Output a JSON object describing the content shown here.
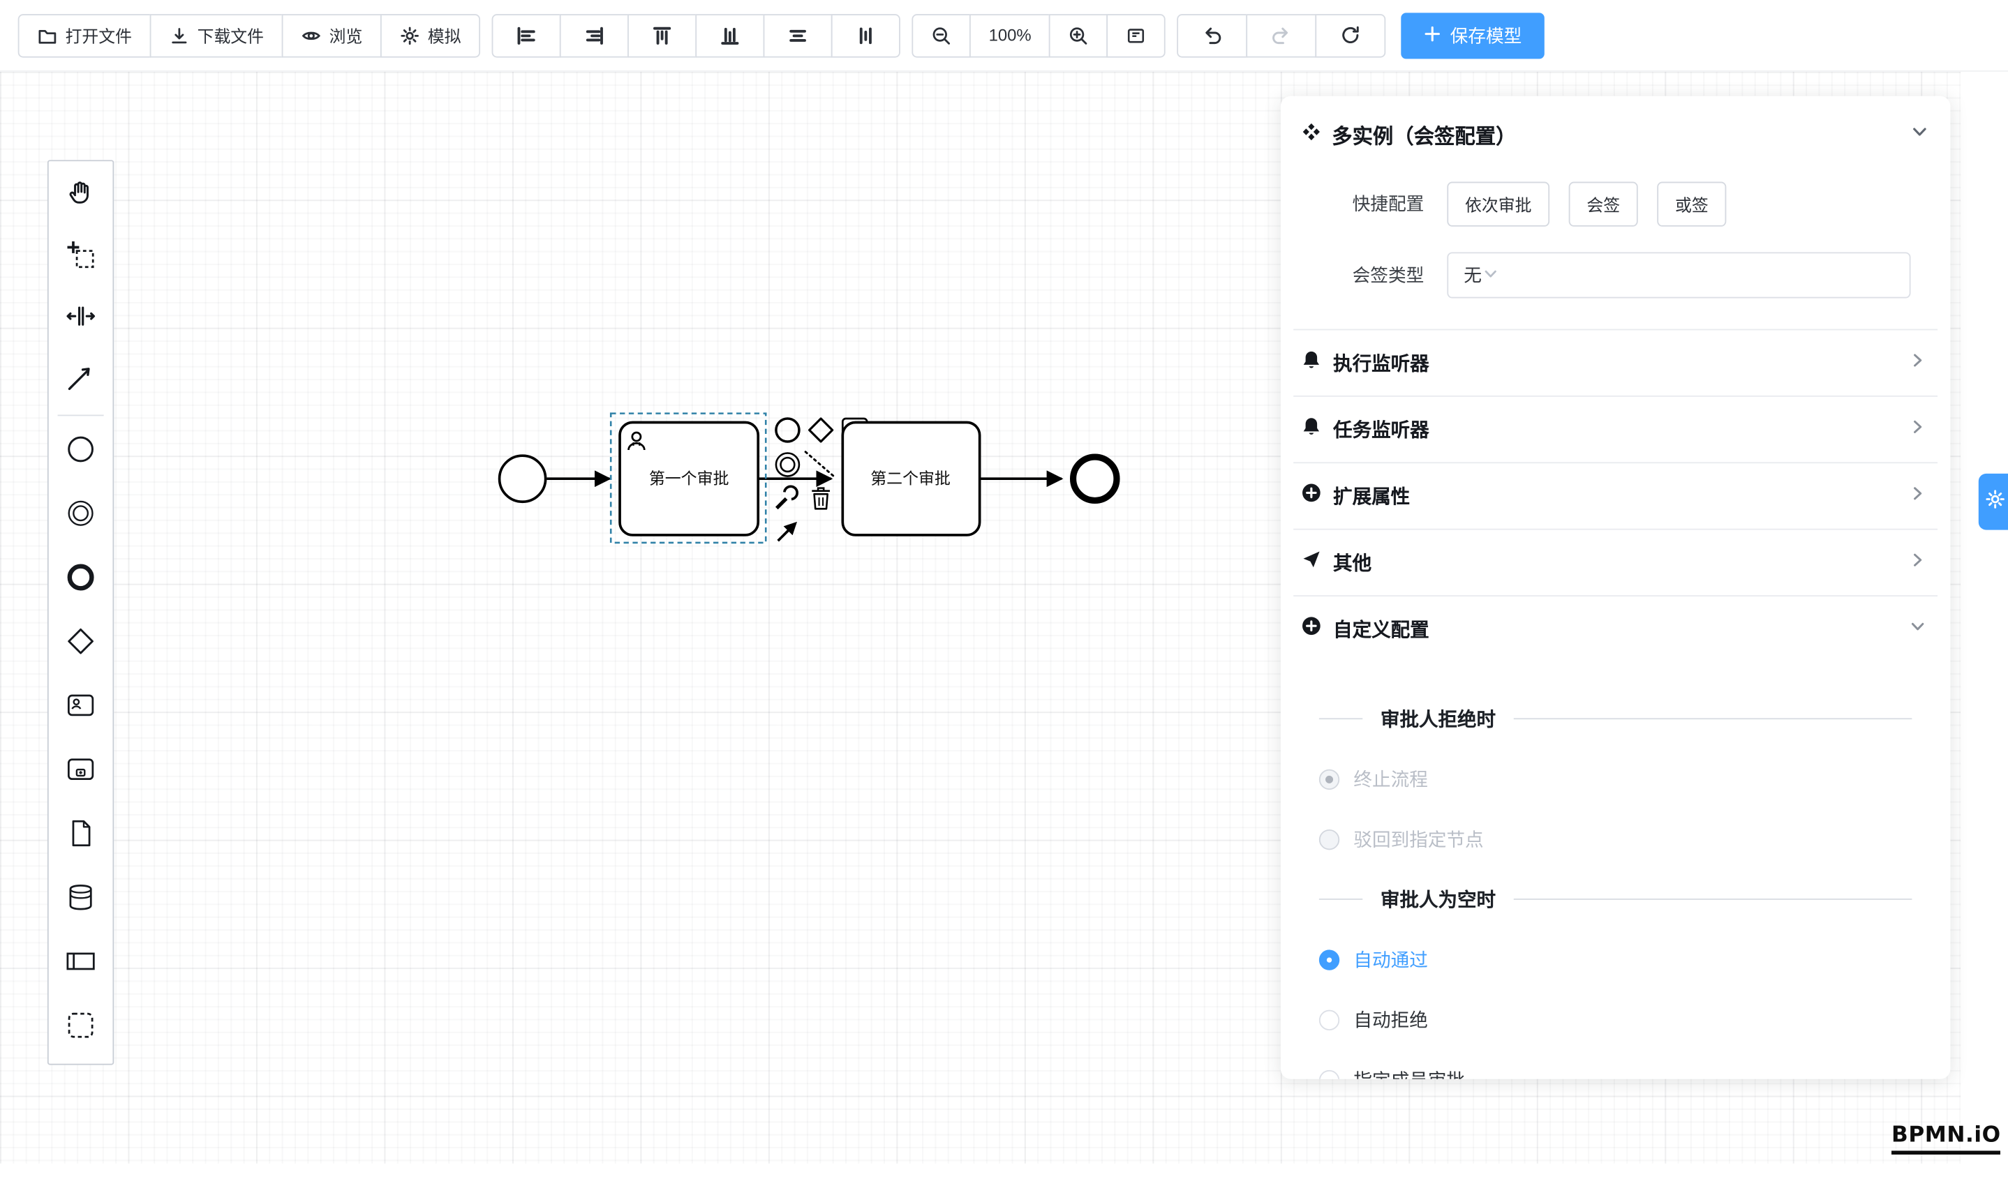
{
  "toolbar": {
    "open_file": "打开文件",
    "download_file": "下载文件",
    "preview": "浏览",
    "simulate": "模拟",
    "zoom_level": "100%",
    "save_model": "保存模型"
  },
  "canvas": {
    "task1_label": "第一个审批",
    "task2_label": "第二个审批"
  },
  "panel": {
    "title": "多实例（会签配置）",
    "quick_config_label": "快捷配置",
    "quick_options": [
      {
        "label": "依次审批"
      },
      {
        "label": "会签"
      },
      {
        "label": "或签"
      }
    ],
    "sign_type_label": "会签类型",
    "sign_type_value": "无",
    "collapse_rows": [
      {
        "label": "执行监听器",
        "icon": "bell-icon",
        "state": "collapsed"
      },
      {
        "label": "任务监听器",
        "icon": "bell-icon",
        "state": "collapsed"
      },
      {
        "label": "扩展属性",
        "icon": "plus-circle-icon",
        "state": "collapsed"
      },
      {
        "label": "其他",
        "icon": "send-icon",
        "state": "collapsed"
      },
      {
        "label": "自定义配置",
        "icon": "plus-circle-icon",
        "state": "expanded"
      }
    ],
    "reject_section": {
      "title": "审批人拒绝时",
      "options": [
        {
          "label": "终止流程",
          "checked": true,
          "disabled": true
        },
        {
          "label": "驳回到指定节点",
          "checked": false,
          "disabled": true
        }
      ]
    },
    "empty_section": {
      "title": "审批人为空时",
      "options": [
        {
          "label": "自动通过",
          "checked": true,
          "disabled": false
        },
        {
          "label": "自动拒绝",
          "checked": false,
          "disabled": false
        },
        {
          "label": "指定成员审批",
          "checked": false,
          "disabled": false
        }
      ]
    }
  },
  "watermark": "BPMN.iO",
  "colors": {
    "primary": "#409EFF",
    "selection_outline": "#3182a8",
    "shape_stroke": "#000000",
    "disabled_text": "#b9bec7"
  },
  "icons": {
    "toolbar": [
      "folder-open-icon",
      "download-icon",
      "eye-icon",
      "simulate-icon",
      "align-left-icon",
      "align-right-icon",
      "align-top-icon",
      "align-bottom-icon",
      "align-horizontal-center-icon",
      "align-vertical-center-icon",
      "zoom-out-icon",
      "zoom-in-icon",
      "zoom-reset-icon",
      "undo-icon",
      "redo-icon",
      "restart-icon",
      "plus-icon"
    ],
    "palette": [
      "hand-tool-icon",
      "lasso-tool-icon",
      "space-tool-icon",
      "global-connect-icon",
      "start-event-icon",
      "intermediate-event-icon",
      "end-event-icon",
      "gateway-icon",
      "user-task-icon",
      "subprocess-icon",
      "data-object-icon",
      "data-store-icon",
      "participant-icon",
      "group-icon"
    ],
    "panel": [
      "multi-instance-icon",
      "bell-icon",
      "plus-circle-icon",
      "send-icon",
      "chevron-right-icon",
      "chevron-down-icon",
      "gear-icon"
    ]
  }
}
